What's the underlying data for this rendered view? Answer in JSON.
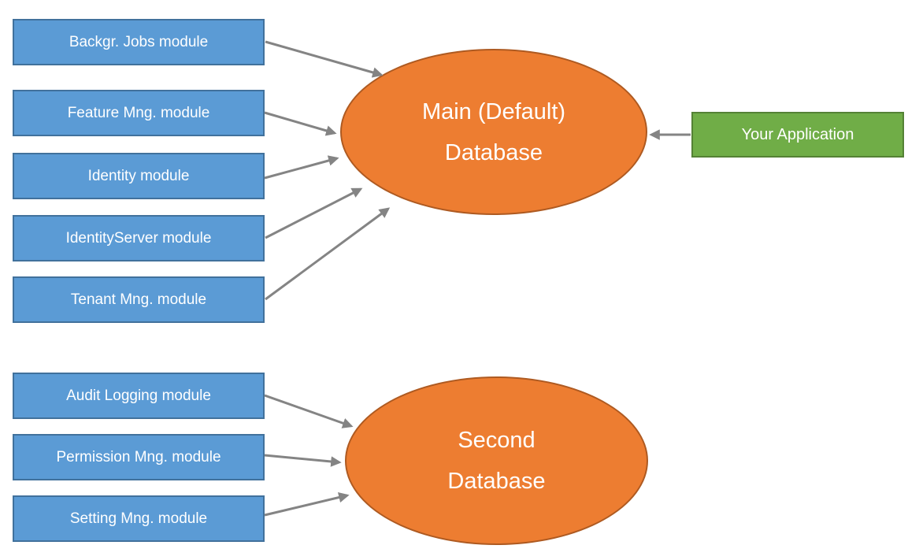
{
  "colors": {
    "module_fill": "#5B9BD5",
    "module_border": "#41719C",
    "database_fill": "#ED7D31",
    "database_border": "#AE5A21",
    "application_fill": "#70AD47",
    "application_border": "#548235",
    "arrow": "#848484",
    "text": "#FFFFFF",
    "background": "#FFFFFF"
  },
  "diagram": {
    "main_database": {
      "label_line1": "Main (Default)",
      "label_line2": "Database"
    },
    "second_database": {
      "label_line1": "Second",
      "label_line2": "Database"
    },
    "application": {
      "label": "Your Application"
    },
    "main_modules": [
      {
        "label": "Backgr. Jobs module"
      },
      {
        "label": "Feature Mng. module"
      },
      {
        "label": "Identity module"
      },
      {
        "label": "IdentityServer module"
      },
      {
        "label": "Tenant Mng. module"
      }
    ],
    "second_modules": [
      {
        "label": "Audit Logging module"
      },
      {
        "label": "Permission Mng. module"
      },
      {
        "label": "Setting Mng. module"
      }
    ]
  }
}
